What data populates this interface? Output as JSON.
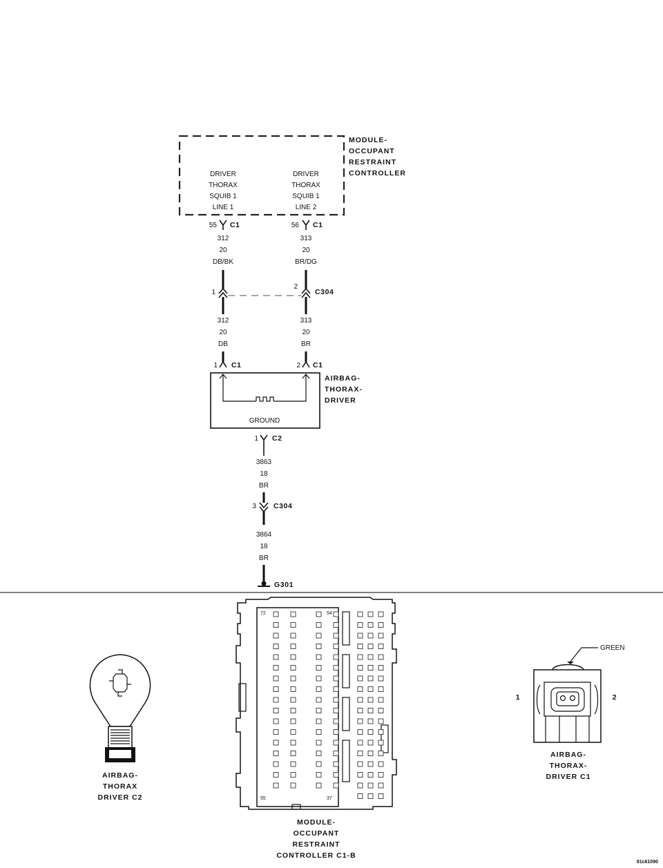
{
  "module": {
    "name_lines": [
      "MODULE-",
      "OCCUPANT",
      "RESTRAINT",
      "CONTROLLER"
    ],
    "left_circuit_lines": [
      "DRIVER",
      "THORAX",
      "SQUIB 1",
      "LINE 1"
    ],
    "right_circuit_lines": [
      "DRIVER",
      "THORAX",
      "SQUIB 1",
      "LINE 2"
    ],
    "left_pin": "55",
    "right_pin": "56",
    "connector": "C1"
  },
  "wires_upper": {
    "left": [
      "312",
      "20",
      "DB/BK"
    ],
    "right": [
      "313",
      "20",
      "BR/DG"
    ]
  },
  "inline_connector_1": {
    "name": "C304",
    "left_pin": "1",
    "right_pin": "2"
  },
  "wires_lower": {
    "left": [
      "312",
      "20",
      "DB"
    ],
    "right": [
      "313",
      "20",
      "BR"
    ]
  },
  "airbag": {
    "name_lines": [
      "AIRBAG-",
      "THORAX-",
      "DRIVER"
    ],
    "left_pin": "1",
    "right_pin": "2",
    "connector": "C1",
    "ground_label": "GROUND",
    "ground_pin": "1",
    "ground_connector": "C2"
  },
  "ground_wire_1": [
    "3863",
    "18",
    "BR"
  ],
  "inline_connector_2": {
    "name": "C304",
    "pin": "3"
  },
  "ground_wire_2": [
    "3864",
    "18",
    "BR"
  ],
  "ground_point": "G301",
  "views": {
    "c2_caption": [
      "AIRBAG-",
      "THORAX",
      "DRIVER C2"
    ],
    "module_caption": [
      "MODULE-",
      "OCCUPANT",
      "RESTRAINT",
      "CONTROLLER C1-B"
    ],
    "module_pins": {
      "top_left": "72",
      "top_right": "54",
      "bottom_left": "55",
      "bottom_right": "37"
    },
    "c1_caption": [
      "AIRBAG-",
      "THORAX-",
      "DRIVER C1"
    ],
    "c1_pin_left": "1",
    "c1_pin_right": "2",
    "c1_color": "GREEN"
  },
  "figure_id": "81c61090"
}
